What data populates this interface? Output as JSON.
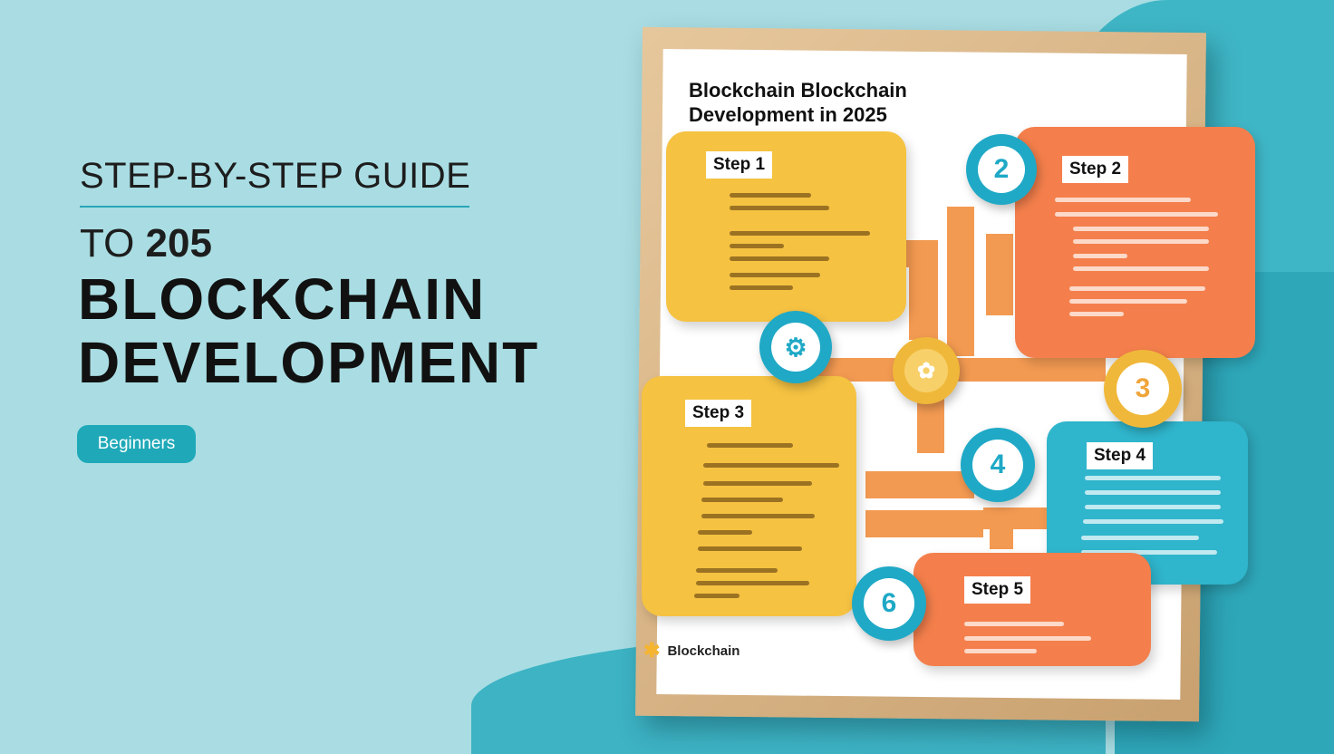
{
  "headline": {
    "line1": "STEP-BY-STEP GUIDE",
    "line2_prefix": "TO",
    "line2_number": "205",
    "line3": "BLOCKCHAIN",
    "line4": "DEVELOPMENT"
  },
  "badge": "Beginners",
  "poster": {
    "title_line1": "Blockchain Blockchain",
    "title_line2": "Development in 2025",
    "steps": [
      {
        "label": "Step 1"
      },
      {
        "label": "Step 2"
      },
      {
        "label": "Step 3"
      },
      {
        "label": "Step 4"
      },
      {
        "label": "Step 5"
      }
    ],
    "circle_numbers": [
      "2",
      "3",
      "4",
      "6"
    ],
    "footer_logo": "Blockchain"
  },
  "colors": {
    "yellow": "#f5c242",
    "orange": "#f47f4c",
    "blue": "#2fb5cc",
    "accent": "#1fa9b8"
  }
}
